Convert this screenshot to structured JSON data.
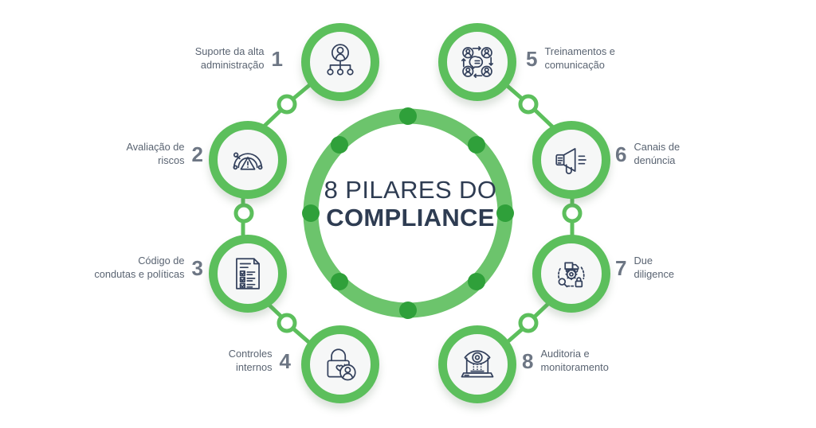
{
  "center": {
    "line1": "8 PILARES DO",
    "line2": "COMPLIANCE"
  },
  "colors": {
    "ring_light_green": "#6cc46c",
    "ring_dot_green": "#2fa03a",
    "node_border_green": "#5cbf5c",
    "connector_green": "#5cbf5c",
    "icon_navy": "#33405c",
    "label_text": "#5a6472",
    "number_text": "#6d7684",
    "title_navy": "#2e3c52",
    "background": "#ffffff",
    "node_fill": "#f6f7f7"
  },
  "pillars": [
    {
      "number": "1",
      "label": "Suporte da alta\nadministração",
      "label_line1": "Suporte da alta",
      "label_line2": "administração",
      "icon": "org-chart-icon",
      "side": "left"
    },
    {
      "number": "2",
      "label": "Avaliação de\nriscos",
      "label_line1": "Avaliação de",
      "label_line2": "riscos",
      "icon": "risk-gauge-icon",
      "side": "left"
    },
    {
      "number": "3",
      "label": "Código de\ncondutas e políticas",
      "label_line1": "Código de",
      "label_line2": "condutas e políticas",
      "icon": "checklist-document-icon",
      "side": "left"
    },
    {
      "number": "4",
      "label": "Controles\ninternos",
      "label_line1": "Controles",
      "label_line2": "internos",
      "icon": "padlock-user-icon",
      "side": "left"
    },
    {
      "number": "5",
      "label": "Treinamentos e\ncomunicação",
      "label_line1": "Treinamentos e",
      "label_line2": "comunicação",
      "icon": "team-communication-icon",
      "side": "right"
    },
    {
      "number": "6",
      "label": "Canais de\ndenúncia",
      "label_line1": "Canais de",
      "label_line2": "denúncia",
      "icon": "megaphone-icon",
      "side": "right"
    },
    {
      "number": "7",
      "label": "Due\ndiligence",
      "label_line1": "Due",
      "label_line2": "diligence",
      "icon": "supply-chain-icon",
      "side": "right"
    },
    {
      "number": "8",
      "label": "Auditoria e\nmonitoramento",
      "label_line1": "Auditoria e",
      "label_line2": "monitoramento",
      "icon": "eye-laptop-icon",
      "side": "right"
    }
  ],
  "ring": {
    "dot_count": 8,
    "description": "central green ring with 8 dots"
  }
}
